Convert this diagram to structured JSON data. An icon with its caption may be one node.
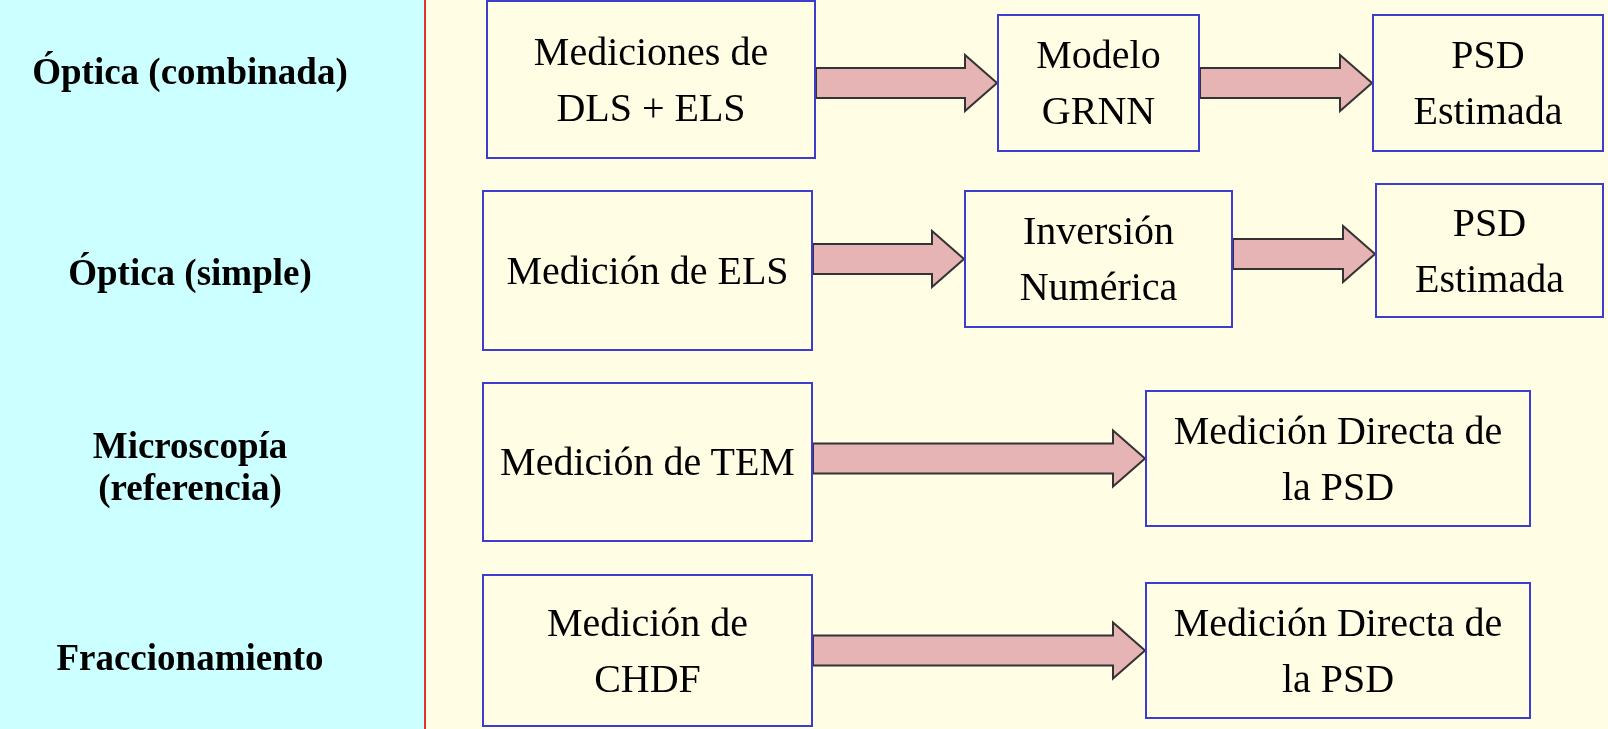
{
  "diagram": {
    "nodes": [
      {
        "text": [
          "Mediciones de DLS + ELS"
        ]
      },
      {
        "text": [
          "Modelo GRNN"
        ]
      },
      {
        "text": [
          "PSD Estimada"
        ]
      },
      {
        "text": [
          "Medición de ELS"
        ]
      },
      {
        "text": [
          "Inversión Numérica"
        ]
      },
      {
        "text": [
          "PSD Estimada"
        ]
      },
      {
        "text": [
          "Medición de TEM"
        ]
      },
      {
        "text": [
          "Medición Directa de la PSD"
        ]
      },
      {
        "text": [
          "Medición de CHDF"
        ]
      },
      {
        "text": [
          "Medición Directa de la PSD"
        ]
      }
    ],
    "edges": [
      {
        "from": 0,
        "to": 1,
        "arrow": "to"
      },
      {
        "from": 1,
        "to": 2,
        "arrow": "to"
      },
      {
        "from": 3,
        "to": 4,
        "arrow": "to"
      },
      {
        "from": 4,
        "to": 5,
        "arrow": "to"
      },
      {
        "from": 6,
        "to": 7,
        "arrow": "to"
      },
      {
        "from": 8,
        "to": 9,
        "arrow": "to"
      }
    ],
    "labels": [
      "Óptica (combinada)",
      "Óptica (simple)",
      "Microscopía (referencia)",
      "Fraccionamiento"
    ]
  }
}
